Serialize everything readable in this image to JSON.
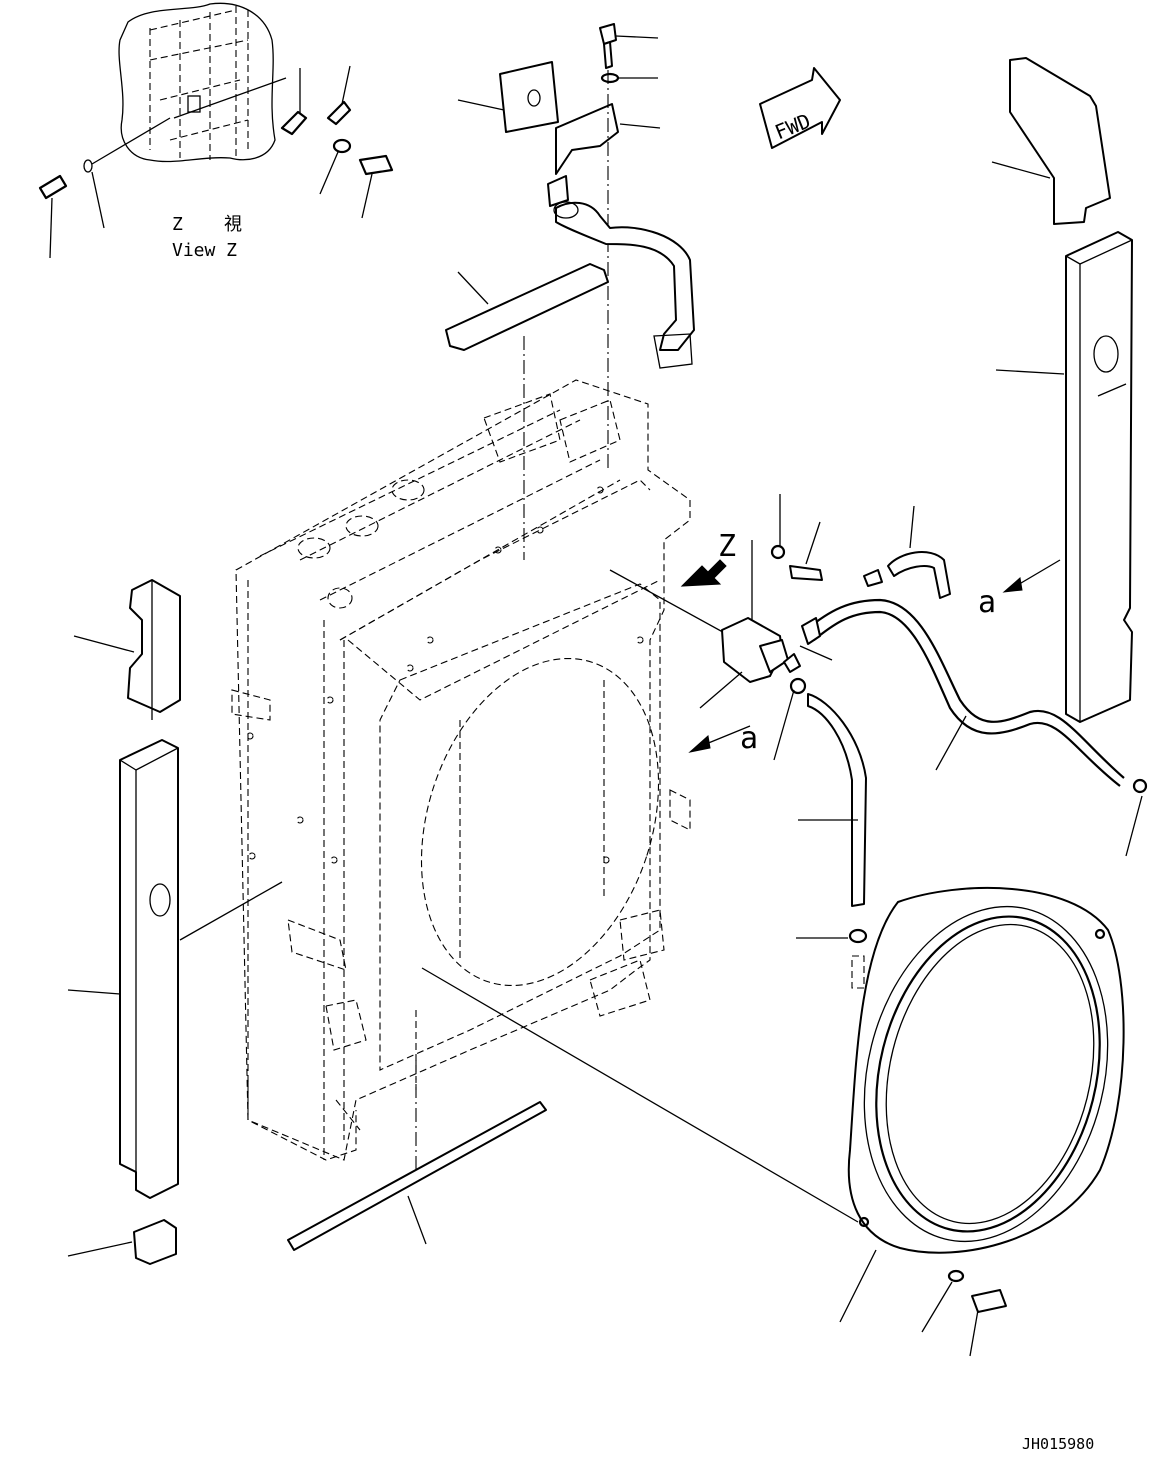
{
  "view": {
    "label_jp_1": "Z",
    "label_jp_2": "視",
    "label_en": "View Z"
  },
  "direction_tag": "FWD",
  "labels": {
    "z_marker": "Z",
    "ref_a_1": "a",
    "ref_a_2": "a"
  },
  "drawing_code": "JH015980",
  "icons": [
    "direction-arrow-icon",
    "view-arrow-icon"
  ]
}
